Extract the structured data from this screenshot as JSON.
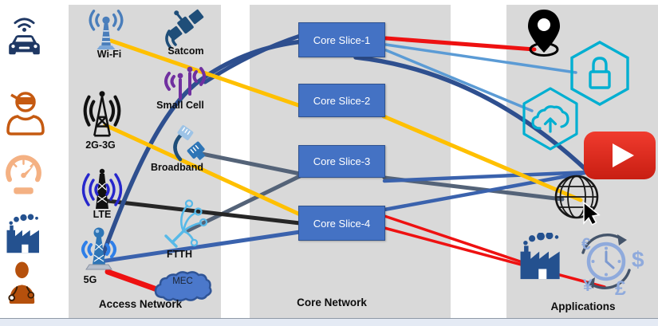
{
  "diagram": {
    "title_implicit": "5G network slicing diagram",
    "left_icons": [
      {
        "name": "connected-car"
      },
      {
        "name": "vr-user"
      },
      {
        "name": "speedometer"
      },
      {
        "name": "factory"
      },
      {
        "name": "doctor"
      }
    ],
    "access_network": {
      "title": "Access Network",
      "nodes": [
        {
          "name": "wifi",
          "label": "Wi-Fi"
        },
        {
          "name": "satcom",
          "label": "Satcom"
        },
        {
          "name": "small-cell",
          "label": "Small Cell"
        },
        {
          "name": "2g-3g",
          "label": "2G-3G"
        },
        {
          "name": "broadband",
          "label": "Broadband"
        },
        {
          "name": "lte",
          "label": "LTE"
        },
        {
          "name": "ftth",
          "label": "FTTH"
        },
        {
          "name": "5g",
          "label": "5G"
        },
        {
          "name": "mec",
          "label": "MEC"
        }
      ]
    },
    "core_network": {
      "title": "Core Network",
      "slices": [
        {
          "label": "Core Slice-1"
        },
        {
          "label": "Core Slice-2"
        },
        {
          "label": "Core Slice-3"
        },
        {
          "label": "Core Slice-4"
        }
      ]
    },
    "applications": {
      "title": "Applications",
      "nodes": [
        {
          "name": "location-pin"
        },
        {
          "name": "security-lock-hexagon"
        },
        {
          "name": "cloud-upload-hexagon"
        },
        {
          "name": "video-streaming"
        },
        {
          "name": "internet-globe"
        },
        {
          "name": "smart-factory"
        },
        {
          "name": "financial-clock"
        }
      ],
      "currency_symbols": [
        "€",
        "$",
        "¥",
        "£"
      ]
    },
    "colors": {
      "panel_gray": "#d9d9d9",
      "slice_fill": "#4472c4",
      "slice_border": "#2f528f",
      "navy_line": "#2e4f8f",
      "royal_line": "#3a62ad",
      "slate_line": "#546378",
      "black_line": "#262626",
      "yellow_line": "#ffc000",
      "lightblue_line": "#5b9bd5",
      "red_line": "#ee1111",
      "cyan_hex": "#00afd1",
      "small_cell_purple": "#7030a0",
      "orange_icon": "#c55a11",
      "peach_icon": "#f4b183"
    },
    "connections": [
      {
        "from": "wifi",
        "to": "core-slice-2",
        "color": "#ffc000"
      },
      {
        "from": "core-slice-2",
        "to": "internet-globe",
        "color": "#ffc000"
      },
      {
        "from": "2g-3g",
        "to": "core-slice-4",
        "color": "#ffc000"
      },
      {
        "from": "lte",
        "to": "core-slice-4",
        "color": "#262626"
      },
      {
        "from": "broadband",
        "to": "core-slice-3",
        "color": "#546378"
      },
      {
        "from": "ftth",
        "to": "core-slice-3",
        "color": "#546378"
      },
      {
        "from": "core-slice-3",
        "to": "internet-globe",
        "color": "#546378"
      },
      {
        "from": "small-cell",
        "to": "core-slice-1",
        "color": "#2e4f8f"
      },
      {
        "from": "5g",
        "to": "core-slice-1",
        "color": "#2e4f8f"
      },
      {
        "from": "core-slice-1",
        "to": "video-streaming",
        "color": "#2e4f8f"
      },
      {
        "from": "5g",
        "to": "core-slice-4",
        "color": "#3a62ad"
      },
      {
        "from": "core-slice-3",
        "to": "video-streaming",
        "color": "#3a62ad"
      },
      {
        "from": "core-slice-4",
        "to": "video-streaming",
        "color": "#3a62ad"
      },
      {
        "from": "core-slice-1",
        "to": "location-pin",
        "color": "#ee1111"
      },
      {
        "from": "core-slice-4",
        "to": "smart-factory",
        "color": "#ee1111"
      },
      {
        "from": "core-slice-4",
        "to": "financial-clock",
        "color": "#ee1111"
      },
      {
        "from": "5g",
        "to": "mec",
        "color": "#ee1111"
      },
      {
        "from": "core-slice-1",
        "to": "security-lock-hexagon",
        "color": "#5b9bd5"
      },
      {
        "from": "core-slice-1",
        "to": "cloud-upload-hexagon",
        "color": "#5b9bd5"
      }
    ]
  }
}
